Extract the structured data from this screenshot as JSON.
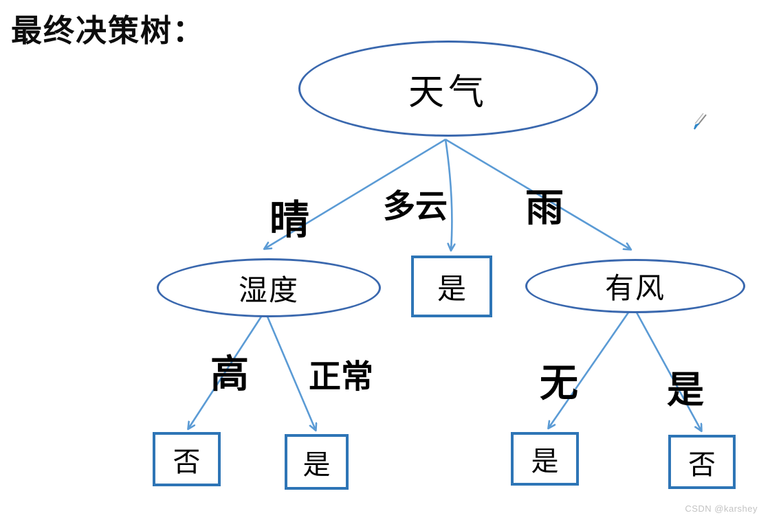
{
  "page": {
    "title": "最终决策树：",
    "watermark": "CSDN @karshey",
    "background": "#ffffff"
  },
  "colors": {
    "ellipse_border": "#3a68ae",
    "box_border": "#2e75b6",
    "arrow": "#5b9bd5",
    "text": "#000000",
    "watermark": "#c3c3c3"
  },
  "icons": {
    "pencil_cursor": "pencil-cursor-icon"
  },
  "tree": {
    "root": {
      "label": "天气",
      "shape": "ellipse"
    },
    "branches": [
      {
        "edge_label": "晴",
        "node": {
          "label": "湿度",
          "shape": "ellipse"
        },
        "children": [
          {
            "edge_label": "高",
            "node": {
              "label": "否",
              "shape": "rect"
            }
          },
          {
            "edge_label": "正常",
            "node": {
              "label": "是",
              "shape": "rect"
            }
          }
        ]
      },
      {
        "edge_label": "多云",
        "node": {
          "label": "是",
          "shape": "rect"
        },
        "children": []
      },
      {
        "edge_label": "雨",
        "node": {
          "label": "有风",
          "shape": "ellipse"
        },
        "children": [
          {
            "edge_label": "无",
            "node": {
              "label": "是",
              "shape": "rect"
            }
          },
          {
            "edge_label": "是",
            "node": {
              "label": "否",
              "shape": "rect"
            }
          }
        ]
      }
    ]
  }
}
